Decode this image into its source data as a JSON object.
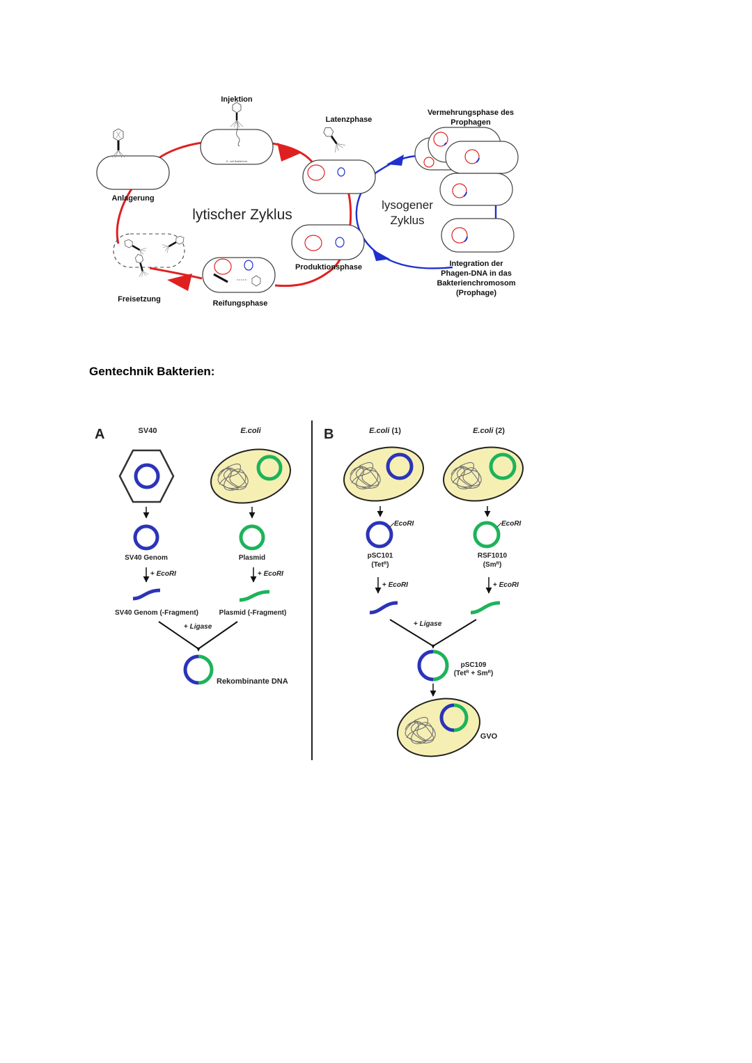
{
  "phage_cycle": {
    "labels": {
      "injektion": "Injektion",
      "ecoli_bakterium": "E. coli Bakterium",
      "latenzphase": "Latenzphase",
      "vermehrung_line1": "Vermehrungsphase des",
      "vermehrung_line2": "Prophagen",
      "anlagerung": "Anlagerung",
      "lytisch": "lytischer Zyklus",
      "lysogen_line1": "lysogener",
      "lysogen_line2": "Zyklus",
      "produktion": "Produktionsphase",
      "integration_line1": "Integration der",
      "integration_line2": "Phagen-DNA in das",
      "integration_line3": "Bakterienchromosom",
      "integration_line4": "(Prophage)",
      "freisetzung": "Freisetzung",
      "reifung": "Reifungsphase"
    },
    "colors": {
      "lytic": "#e02020",
      "lysogenic": "#1f2fd0"
    }
  },
  "section_heading": "Gentechnik Bakterien:",
  "genetic_engineering": {
    "colors": {
      "blue": "#2b34b8",
      "green": "#1db35a",
      "cell_fill": "#f6efb4"
    },
    "panel_a": {
      "letter": "A",
      "col1_title": "SV40",
      "col2_title": "E.coli",
      "genome_label": "SV40 Genom",
      "plasmid_label": "Plasmid",
      "enzyme_prefix": "+ ",
      "enzyme": "EcoRI",
      "fragment1_label": "SV40 Genom (-Fragment)",
      "fragment2_label": "Plasmid (-Fragment)",
      "ligase_prefix": "+ ",
      "ligase": "Ligase",
      "result_label": "Rekombinante DNA"
    },
    "panel_b": {
      "letter": "B",
      "col1_title_italic": "E.coli",
      "col1_title_suffix": " (1)",
      "col2_title_italic": "E.coli",
      "col2_title_suffix": " (2)",
      "site_label": "EcoRI",
      "plasmid1_name": "pSC101",
      "plasmid1_marker": "(Tet",
      "plasmid1_marker_sup": "R",
      "plasmid1_marker_end": ")",
      "plasmid2_name": "RSF1010",
      "plasmid2_marker": "(Sm",
      "plasmid2_marker_sup": "R",
      "plasmid2_marker_end": ")",
      "enzyme_prefix": "+ ",
      "enzyme": "EcoRI",
      "ligase_prefix": "+ ",
      "ligase": "Ligase",
      "result_name": "pSC109",
      "result_marker1": "(Tet",
      "result_marker1_sup": "R",
      "result_marker_mid": " + Sm",
      "result_marker2_sup": "R",
      "result_marker_end": ")",
      "gvo_label": "GVO"
    }
  }
}
